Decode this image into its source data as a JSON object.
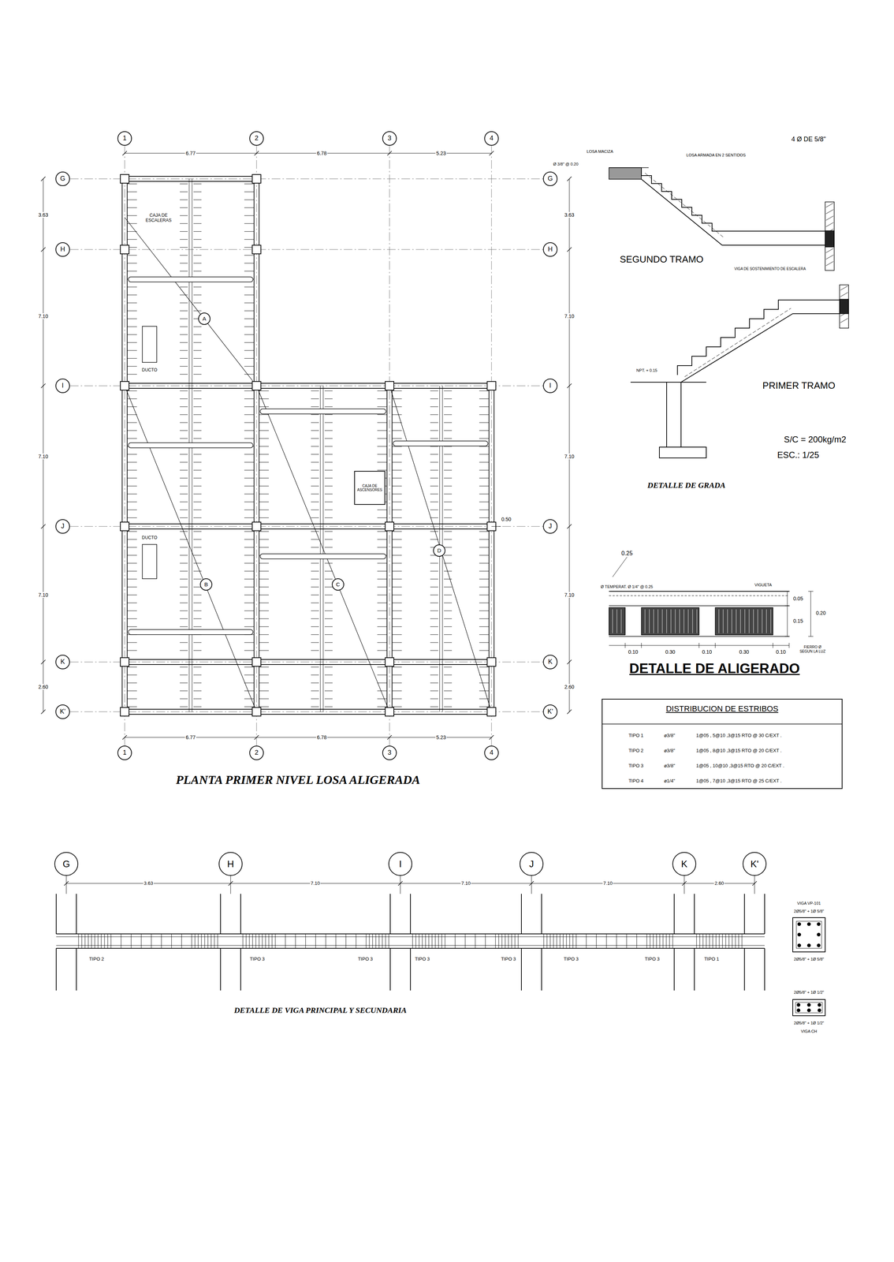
{
  "diagram": {
    "title": "PLANTA PRIMER NIVEL LOSA ALIGERADA",
    "nodes": [
      {
        "text": [
          "1"
        ]
      },
      {
        "text": [
          "2"
        ]
      },
      {
        "text": [
          "3"
        ]
      },
      {
        "text": [
          "4"
        ]
      },
      {
        "text": [
          "G"
        ]
      },
      {
        "text": [
          "H"
        ]
      },
      {
        "text": [
          "I"
        ]
      },
      {
        "text": [
          "J"
        ]
      },
      {
        "text": [
          "K"
        ]
      },
      {
        "text": [
          "K'"
        ]
      },
      {
        "text": [
          "G"
        ]
      },
      {
        "text": [
          "H"
        ]
      },
      {
        "text": [
          "I"
        ]
      },
      {
        "text": [
          "J"
        ]
      },
      {
        "text": [
          "K"
        ]
      },
      {
        "text": [
          "K'"
        ]
      },
      {
        "text": [
          "1"
        ]
      },
      {
        "text": [
          "2"
        ]
      },
      {
        "text": [
          "3"
        ]
      },
      {
        "text": [
          "4"
        ]
      },
      {
        "text": [
          "A"
        ]
      },
      {
        "text": [
          "B"
        ]
      },
      {
        "text": [
          "C"
        ]
      },
      {
        "text": [
          "D"
        ]
      },
      {
        "text": [
          "CAJA DE ASCENSORES"
        ]
      },
      {
        "text": [
          "DISTRIBUCION DE ESTRIBOS"
        ]
      },
      {
        "text": [
          "G"
        ]
      },
      {
        "text": [
          "H"
        ]
      },
      {
        "text": [
          "I"
        ]
      },
      {
        "text": [
          "J"
        ]
      },
      {
        "text": [
          "K"
        ]
      },
      {
        "text": [
          "K'"
        ]
      }
    ],
    "labels": [
      "6.77",
      "6.78",
      "5.23",
      "6.77",
      "6.78",
      "5.23",
      "3.63",
      "7.10",
      "7.10",
      "7.10",
      "2.60",
      "3.63",
      "7.10",
      "7.10",
      "7.10",
      "2.60",
      "0.50",
      "CAJA DE ESCALERAS",
      "DUCTO",
      "DUCTO",
      "4 Ø DE 5/8\"",
      "LOSA MACIZA",
      "Ø 3/8\" @ 0.20",
      "LOSA ARMADA EN 2 SENTIDOS",
      "SEGUNDO TRAMO",
      "VIGA DE SOSTENIMIENTO DE ESCALERA",
      "NPT. + 0.15",
      "PRIMER TRAMO",
      "S/C = 200kg/m2",
      "ESC.: 1/25",
      "DETALLE DE GRADA",
      "0.25",
      "Ø TEMPERAT. Ø 1/4\" @ 0.25",
      "VIGUETA",
      "0.05",
      "0.15",
      "0.20",
      "0.10",
      "0.30",
      "0.10",
      "0.30",
      "0.10",
      "FIERRO Ø SEGUN LA LUZ",
      "DETALLE DE ALIGERADO",
      "TIPO 1",
      "ø3/8\"",
      "1@05 , 5@10 ,3@15 RTO @ 30 C/EXT .",
      "TIPO 2",
      "ø3/8\"",
      "1@05 , 8@10 ,3@15 RTO @ 20 C/EXT .",
      "TIPO 3",
      "ø3/8\"",
      "1@05 , 10@10 ,3@15 RTO @ 20 C/EXT .",
      "TIPO 4",
      "ø1/4\"",
      "1@05 , 7@10 ,3@15 RTO @ 25 C/EXT .",
      "3.63",
      "7.10",
      "7.10",
      "7.10",
      "2.60",
      "TIPO 2",
      "TIPO 3",
      "TIPO 3",
      "TIPO 3",
      "TIPO 3",
      "TIPO 3",
      "TIPO 3",
      "TIPO 1",
      "DETALLE DE VIGA PRINCIPAL Y SECUNDARIA",
      "VIGA VP-101",
      "2Ø5/8\" + 1Ø 5/8\"",
      "2Ø5/8\" + 1Ø 5/8\"",
      "2Ø5/8\" + 1Ø 1/2\"",
      "2Ø5/8\" + 1Ø 1/2\"",
      "VIGA CH"
    ]
  }
}
